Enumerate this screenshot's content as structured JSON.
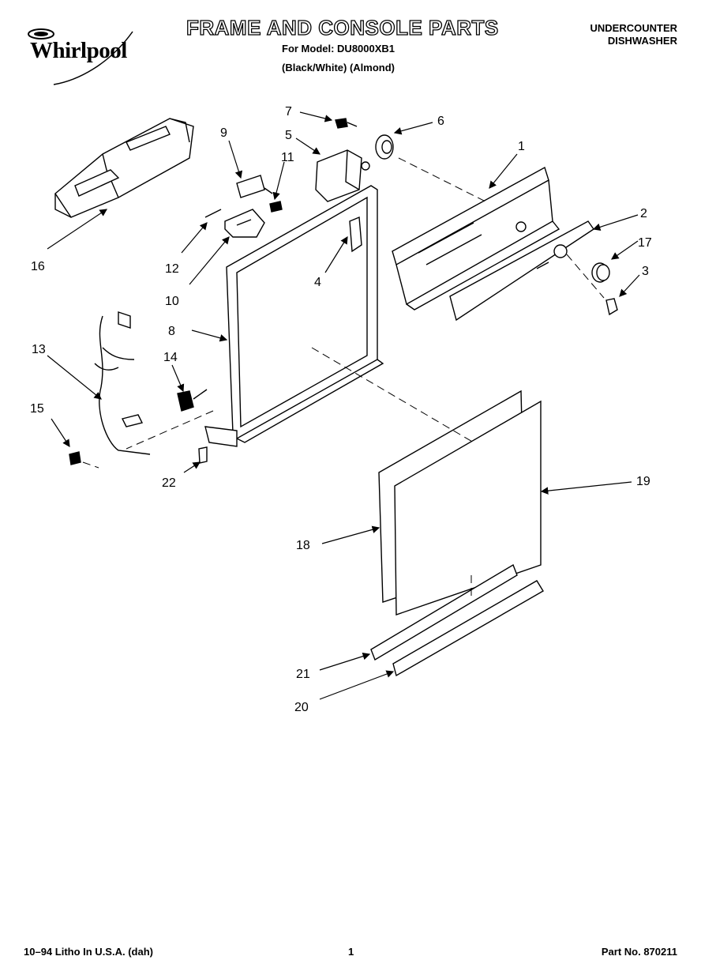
{
  "brand": {
    "name": "Whirlpool"
  },
  "header": {
    "title": "FRAME AND CONSOLE PARTS",
    "model_line": "For Model: DU8000XB1",
    "color_line": "(Black/White) (Almond)",
    "category_line1": "UNDERCOUNTER",
    "category_line2": "DISHWASHER"
  },
  "diagram": {
    "callouts": [
      "1",
      "2",
      "3",
      "4",
      "5",
      "6",
      "7",
      "8",
      "9",
      "10",
      "11",
      "12",
      "13",
      "14",
      "15",
      "16",
      "17",
      "18",
      "19",
      "20",
      "21",
      "22"
    ]
  },
  "footer": {
    "print_info": "10–94 Litho In U.S.A. (dah)",
    "page_number": "1",
    "part_number": "Part No. 870211"
  }
}
